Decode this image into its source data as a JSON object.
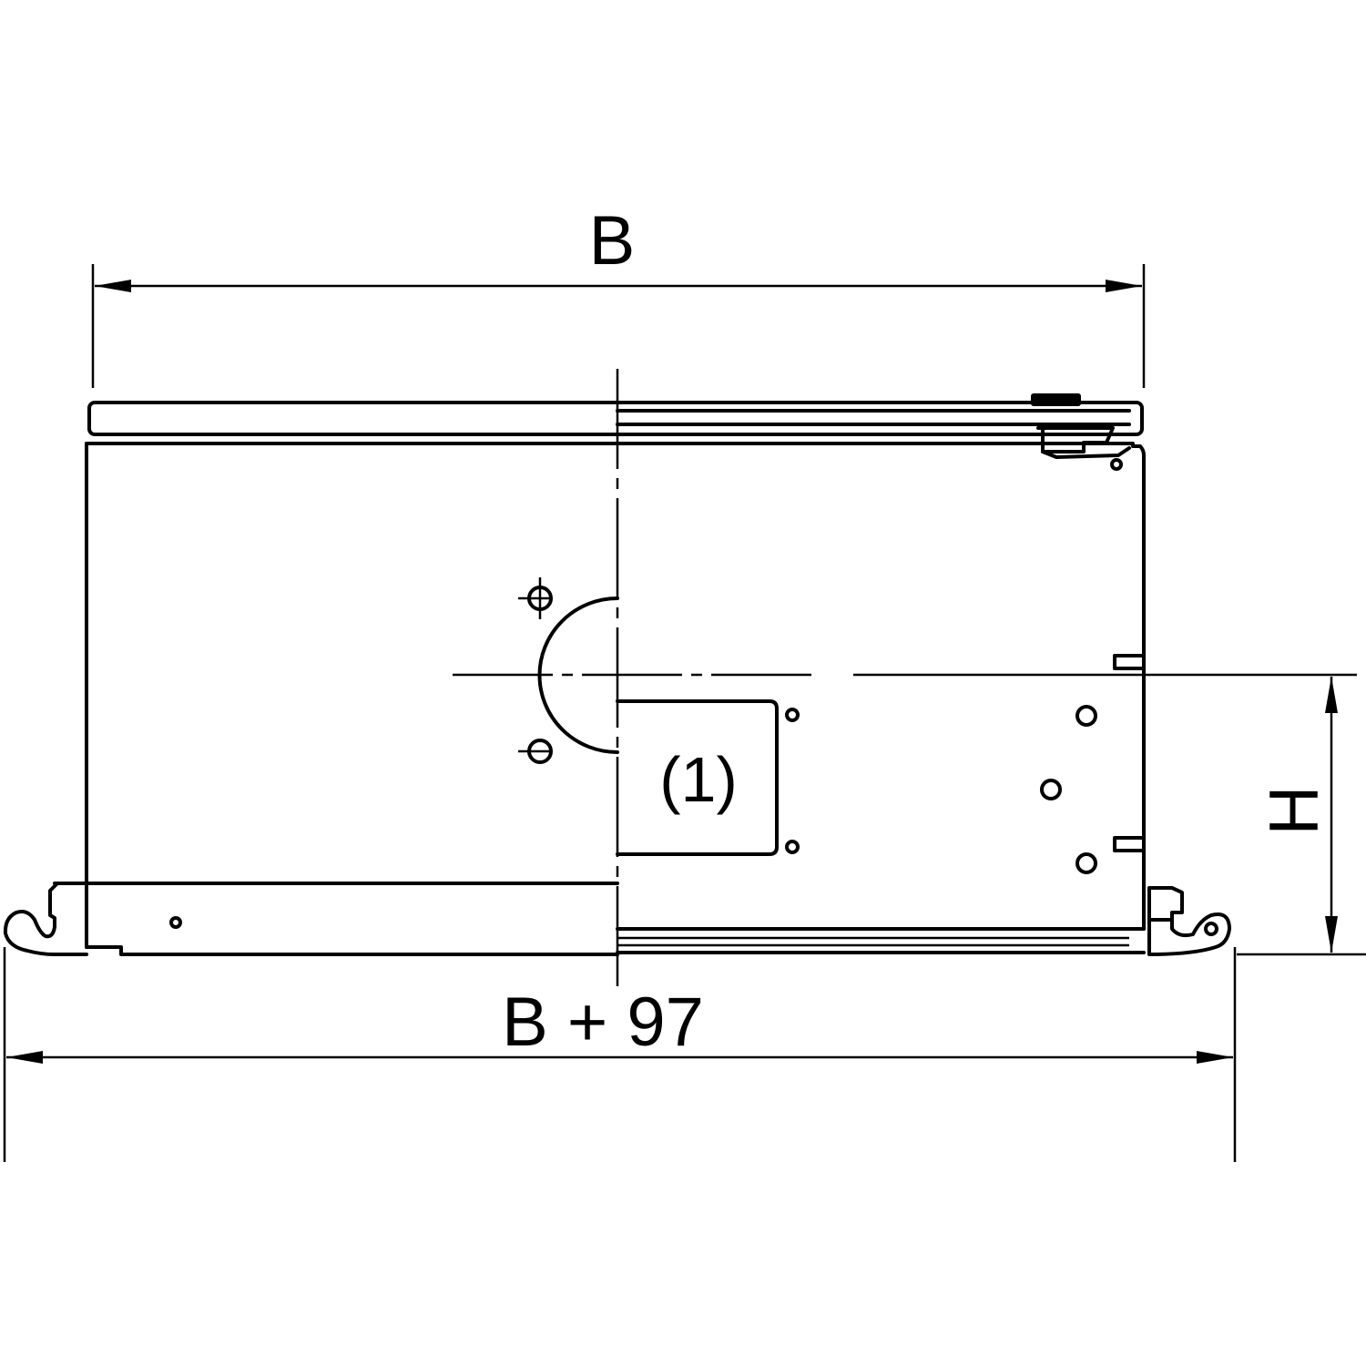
{
  "drawing": {
    "dimensions": {
      "width_label": "B",
      "overall_width_label": "B + 97",
      "height_label": "H"
    },
    "callouts": {
      "cutout_label": "(1)"
    },
    "colors": {
      "line": "#000000",
      "background": "#ffffff"
    }
  }
}
